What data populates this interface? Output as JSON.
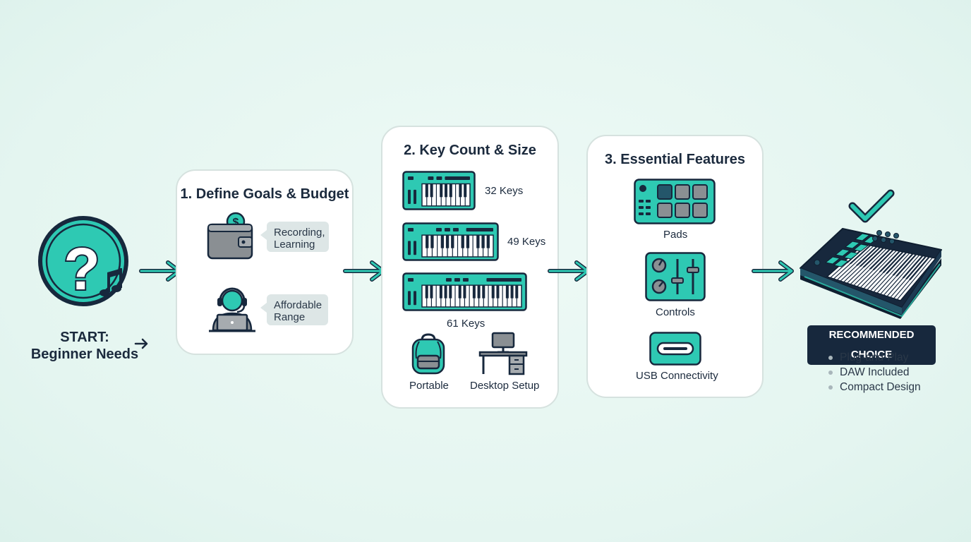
{
  "start": {
    "line1": "START:",
    "line2": "Beginner Needs"
  },
  "step1": {
    "title": "1. Define Goals & Budget",
    "bubble1_line1": "Recording,",
    "bubble1_line2": "Learning",
    "bubble2_line1": "Affordable",
    "bubble2_line2": "Range"
  },
  "step2": {
    "title": "2. Key Count & Size",
    "keys32": "32 Keys",
    "keys49": "49 Keys",
    "keys61": "61 Keys",
    "portable": "Portable",
    "desktop": "Desktop Setup"
  },
  "step3": {
    "title": "3. Essential Features",
    "pads": "Pads",
    "controls": "Controls",
    "usb": "USB Connectivity"
  },
  "result": {
    "badge": "RECOMMENDED CHOICE",
    "features": [
      "Plug-and-Play",
      "DAW Included",
      "Compact Design"
    ]
  },
  "colors": {
    "teal": "#2ec9b3",
    "navy": "#17283d",
    "card_border": "#d6e2df",
    "background": "#e4f5f0"
  },
  "icons": [
    "question-music-icon",
    "wallet-icon",
    "user-headset-icon",
    "keyboard-icon",
    "backpack-icon",
    "desk-icon",
    "pads-icon",
    "controls-icon",
    "usb-icon",
    "check-icon",
    "midi-controller-icon",
    "arrow-right-icon"
  ]
}
